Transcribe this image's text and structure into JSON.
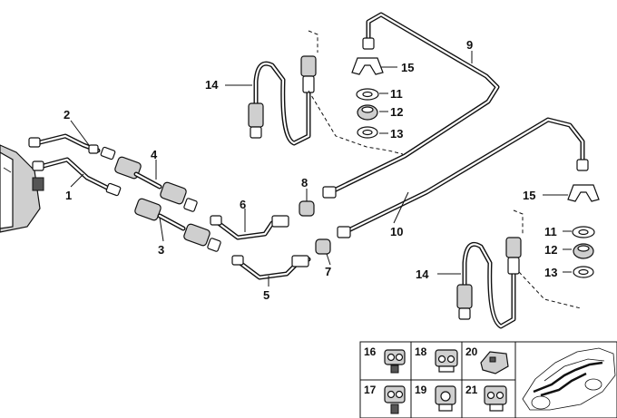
{
  "diagram": {
    "callouts": {
      "c1": "1",
      "c2": "2",
      "c3": "3",
      "c4": "4",
      "c5": "5",
      "c6": "6",
      "c7": "7",
      "c8": "8",
      "c9": "9",
      "c10": "10",
      "c11a": "11",
      "c12a": "12",
      "c13a": "13",
      "c14a": "14",
      "c15a": "15",
      "c11b": "11",
      "c12b": "12",
      "c13b": "13",
      "c14b": "14",
      "c15b": "15"
    },
    "inset": {
      "labels": [
        "16",
        "18",
        "20",
        "17",
        "19",
        "21"
      ]
    }
  }
}
